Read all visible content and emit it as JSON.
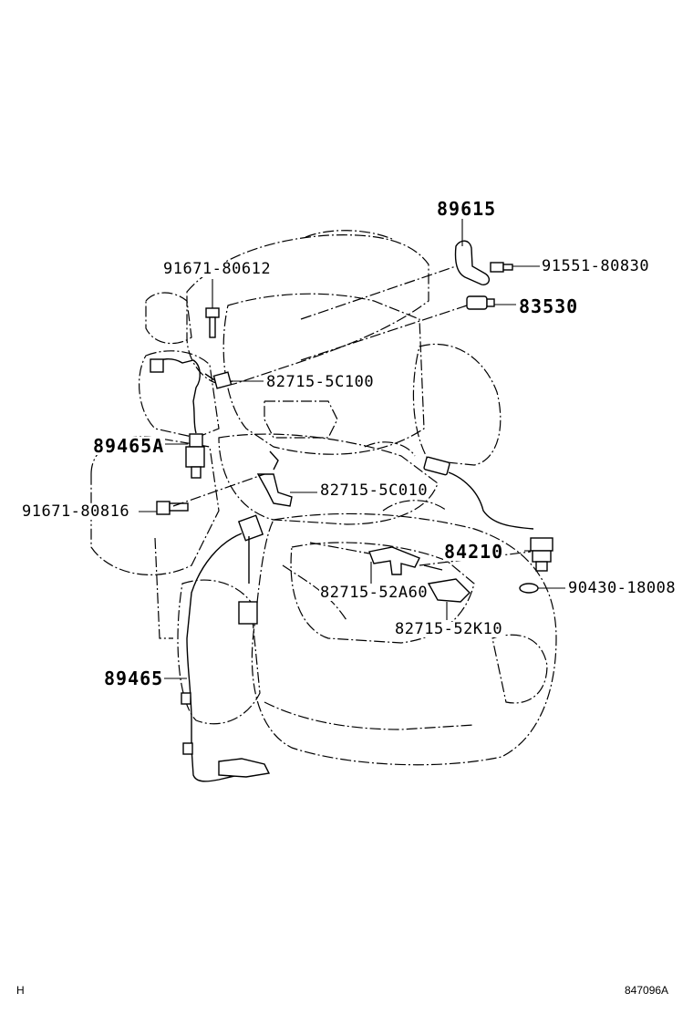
{
  "parts": {
    "p89615": "89615",
    "p91551_80830": "91551-80830",
    "p83530": "83530",
    "p91671_80612": "91671-80612",
    "p82715_5C100": "82715-5C100",
    "p89465A": "89465A",
    "p91671_80816": "91671-80816",
    "p82715_5C010": "82715-5C010",
    "p84210": "84210",
    "p90430_18008": "90430-18008",
    "p82715_52A60": "82715-52A60",
    "p82715_52K10": "82715-52K10",
    "p89465": "89465"
  },
  "footer": {
    "left": "H",
    "right": "847096A"
  }
}
